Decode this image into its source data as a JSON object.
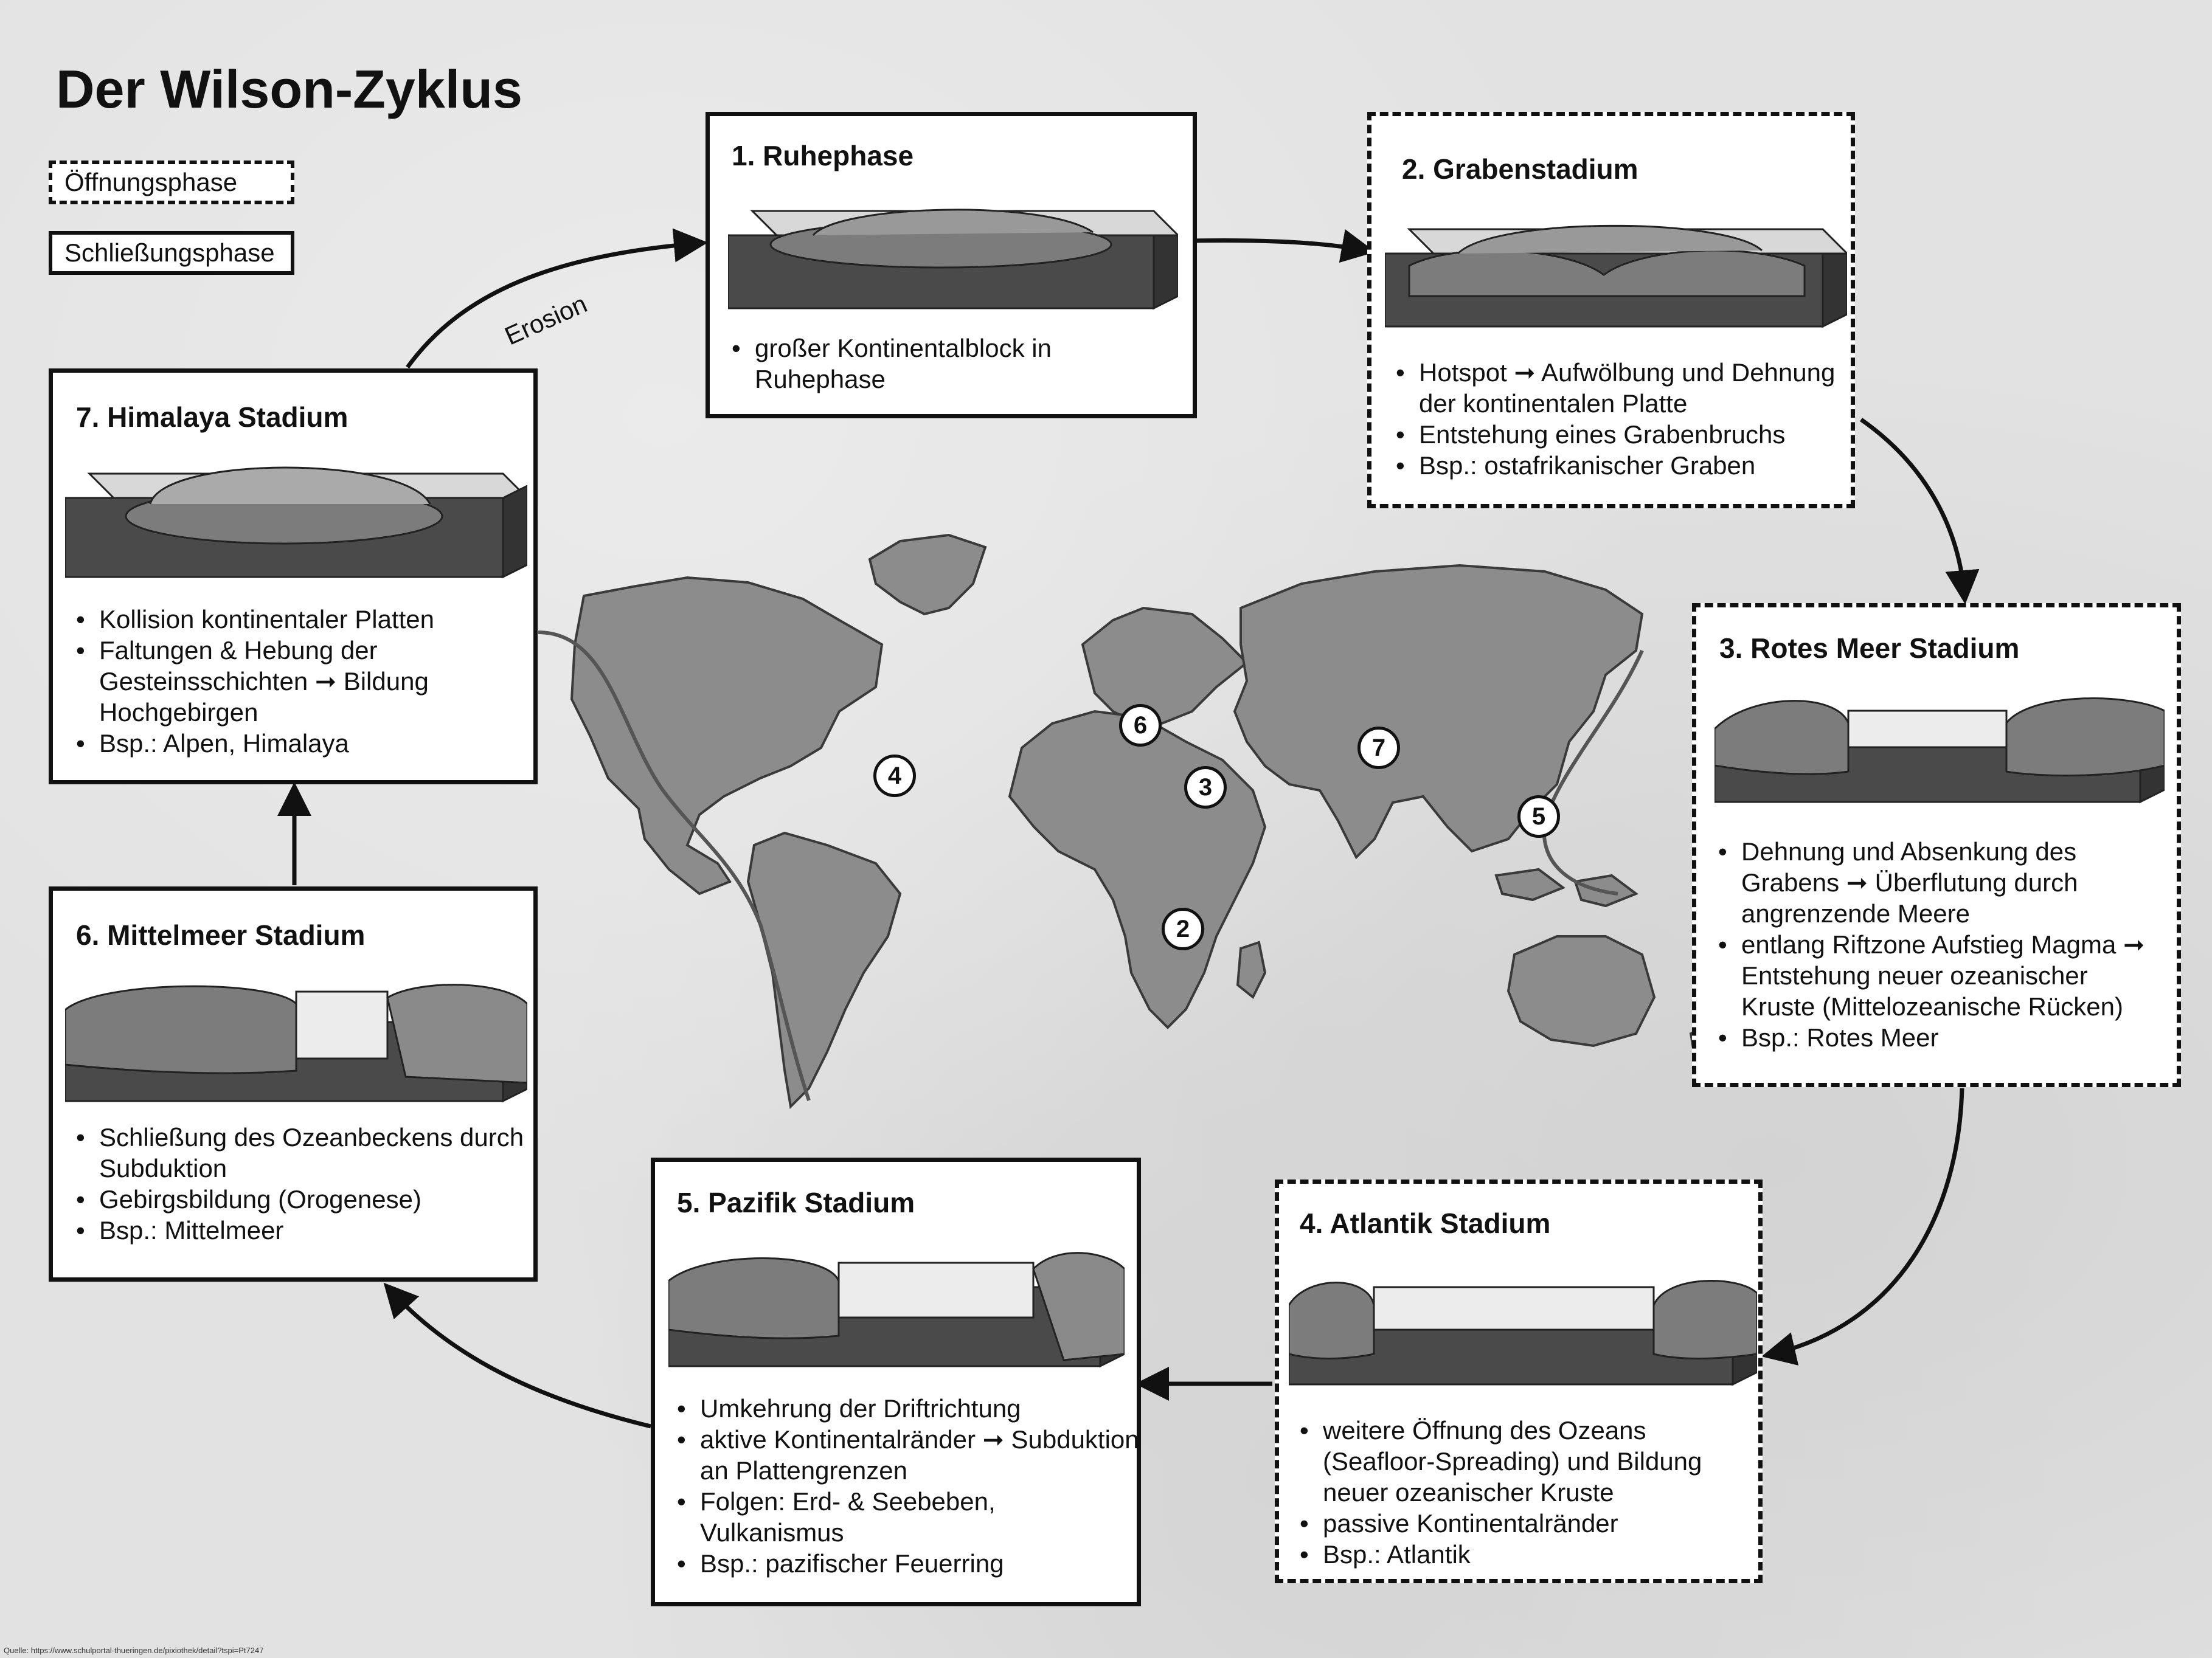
{
  "title": "Der Wilson-Zyklus",
  "legend": {
    "opening": "Öffnungsphase",
    "closing": "Schließungsphase"
  },
  "arrow_label": "Erosion",
  "stages": [
    {
      "id": 1,
      "title": "1. Ruhephase",
      "phase": "none",
      "bullets": [
        "großer Kontinentalblock in Ruhephase"
      ]
    },
    {
      "id": 2,
      "title": "2. Grabenstadium",
      "phase": "opening",
      "bullets": [
        "Hotspot ➞ Aufwölbung und Dehnung der kontinentalen Platte",
        "Entstehung eines Grabenbruchs",
        "Bsp.: ostafrikanischer Graben"
      ]
    },
    {
      "id": 3,
      "title": "3. Rotes Meer Stadium",
      "phase": "opening",
      "bullets": [
        "Dehnung und Absenkung des Grabens ➞ Überflutung durch angrenzende Meere",
        "entlang Riftzone Aufstieg Magma ➞ Entstehung neuer ozeanischer Kruste (Mittelozeanische Rücken)",
        "Bsp.: Rotes Meer"
      ]
    },
    {
      "id": 4,
      "title": "4. Atlantik Stadium",
      "phase": "opening",
      "bullets": [
        "weitere Öffnung des Ozeans (Seafloor-Spreading) und Bildung neuer ozeanischer Kruste",
        "passive Kontinentalränder",
        "Bsp.: Atlantik"
      ]
    },
    {
      "id": 5,
      "title": "5. Pazifik Stadium",
      "phase": "closing",
      "bullets": [
        "Umkehrung der Driftrichtung",
        "aktive Kontinentalränder ➞ Subduktion an Plattengrenzen",
        "Folgen: Erd- & Seebeben, Vulkanismus",
        "Bsp.: pazifischer Feuerring"
      ]
    },
    {
      "id": 6,
      "title": "6. Mittelmeer Stadium",
      "phase": "closing",
      "bullets": [
        "Schließung des Ozeanbeckens durch Subduktion",
        "Gebirgsbildung (Orogenese)",
        "Bsp.: Mittelmeer"
      ]
    },
    {
      "id": 7,
      "title": "7. Himalaya Stadium",
      "phase": "closing",
      "bullets": [
        "Kollision kontinentaler Platten",
        "Faltungen & Hebung der Gesteinsschichten ➞ Bildung Hochgebirgen",
        "Bsp.: Alpen, Himalaya"
      ]
    }
  ],
  "map_markers": [
    "6",
    "4",
    "3",
    "7",
    "5",
    "2"
  ],
  "source": "Quelle: https://www.schulportal-thueringen.de/pixiothek/detail?tspi=Pt7247",
  "colors": {
    "border": "#111111",
    "card_bg": "#ffffff",
    "land": "#8c8c8c",
    "background": "#e2e2e2"
  }
}
